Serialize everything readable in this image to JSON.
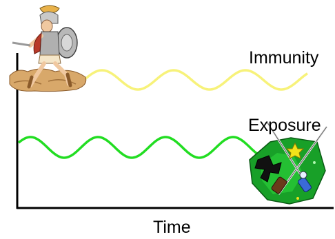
{
  "labels": {
    "immunity": "Immunity",
    "exposure": "Exposure",
    "x_axis": "Time"
  },
  "colors": {
    "immunity_wave": "#f7f27a",
    "exposure_wave": "#22dd22",
    "axis": "#000000"
  },
  "icons": {
    "warrior": "roman-soldier-clipart",
    "germs": "fighting-germs-clipart"
  }
}
